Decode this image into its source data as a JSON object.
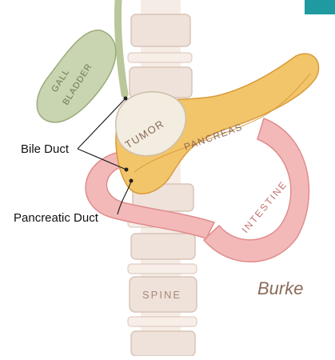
{
  "labels": {
    "gallbladder_line1": "GALL",
    "gallbladder_line2": "BLADDER",
    "tumor": "TUMOR",
    "pancreas": "PANCREAS",
    "intestine": "INTESTINE",
    "spine": "SPINE",
    "bile_duct": "Bile Duct",
    "pancreatic_duct": "Pancreatic Duct",
    "signature": "Burke"
  },
  "colors": {
    "corner_tab": "#1f9aa0",
    "gallbladder": "#c9d4b0",
    "bile_duct": "#b9c79a",
    "pancreas": "#f2c56a",
    "pancreas_edge": "#d99a3a",
    "tumor": "#f3ece0",
    "intestine": "#f3b9b9",
    "intestine_edge": "#e08c8c",
    "spine": "#efe2da",
    "spine_edge": "#d8c4b8",
    "organ_text": "#8a6a58"
  }
}
